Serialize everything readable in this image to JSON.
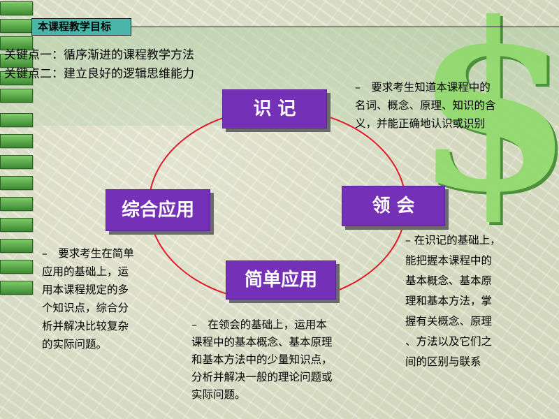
{
  "header": {
    "title": "本课程教学目标",
    "key_point_1": "关键点一：循序渐进的课程教学方法",
    "key_point_2": "关键点二：建立良好的逻辑思维能力"
  },
  "cycle": {
    "recognize": "识 记",
    "understand": "领 会",
    "simple_apply": "简单应用",
    "integrated_apply": "综合应用"
  },
  "descriptions": {
    "recognize": [
      "–　要求考生知道本课程中的",
      "名词、概念、原理、知识的含",
      "义，并能正确地认识或识别"
    ],
    "understand": [
      "– 在识记的基础上，",
      "能把握本课程中的",
      "基本概念、基本原",
      "理和基本方法，掌",
      "握有关概念、原理",
      "、方法以及它们之",
      "间的区别与联系"
    ],
    "simple_apply": [
      "–　在领会的基础上，运用本",
      "课程中的基本概念、基本原理",
      "和基本方法中的少量知识点，",
      "分析并解决一般的理论问题或",
      "实际问题。"
    ],
    "integrated_apply": [
      "–　要求考生在简单",
      "应用的基础上，运",
      "用本课程规定的多",
      "个知识点，综合分",
      "析并解决比较复杂",
      "的实际问题。"
    ]
  },
  "colors": {
    "node_fill": "#7430b6",
    "circle": "#e11a2a",
    "title_box": "#49b6a9",
    "stripe": "#5aa847",
    "dollar": "#8fda6a"
  }
}
